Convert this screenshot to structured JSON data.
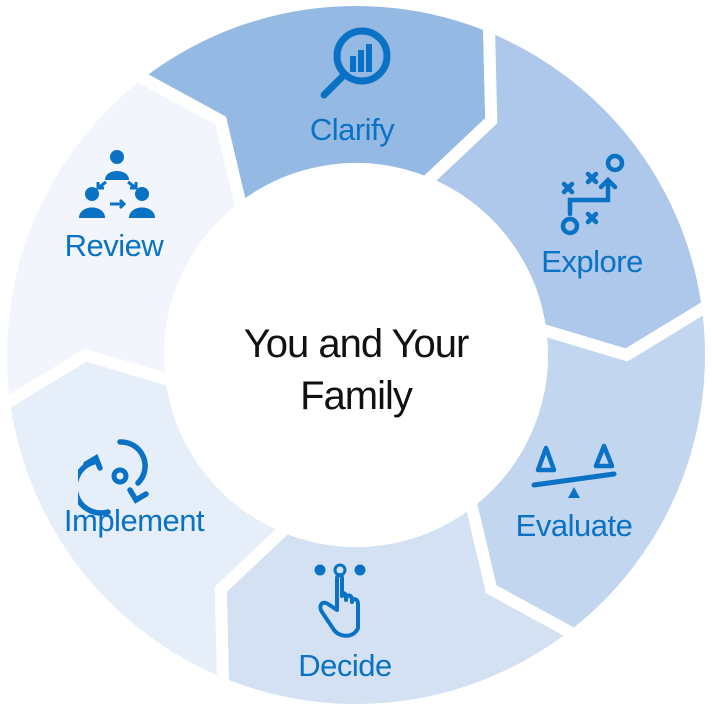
{
  "center_title": [
    "You and Your",
    "Family"
  ],
  "steps": [
    {
      "label": "Clarify",
      "icon": "magnifier-chart-icon",
      "color": "#94b9e3"
    },
    {
      "label": "Explore",
      "icon": "strategy-play-icon",
      "color": "#adc8ea"
    },
    {
      "label": "Evaluate",
      "icon": "balance-scale-icon",
      "color": "#c2d6ef"
    },
    {
      "label": "Decide",
      "icon": "hand-pointer-icon",
      "color": "#d3e1f3"
    },
    {
      "label": "Implement",
      "icon": "cycle-arrows-icon",
      "color": "#e6eef9"
    },
    {
      "label": "Review",
      "icon": "team-review-icon",
      "color": "#f2f6fc"
    }
  ],
  "accent": "#0a72c4"
}
